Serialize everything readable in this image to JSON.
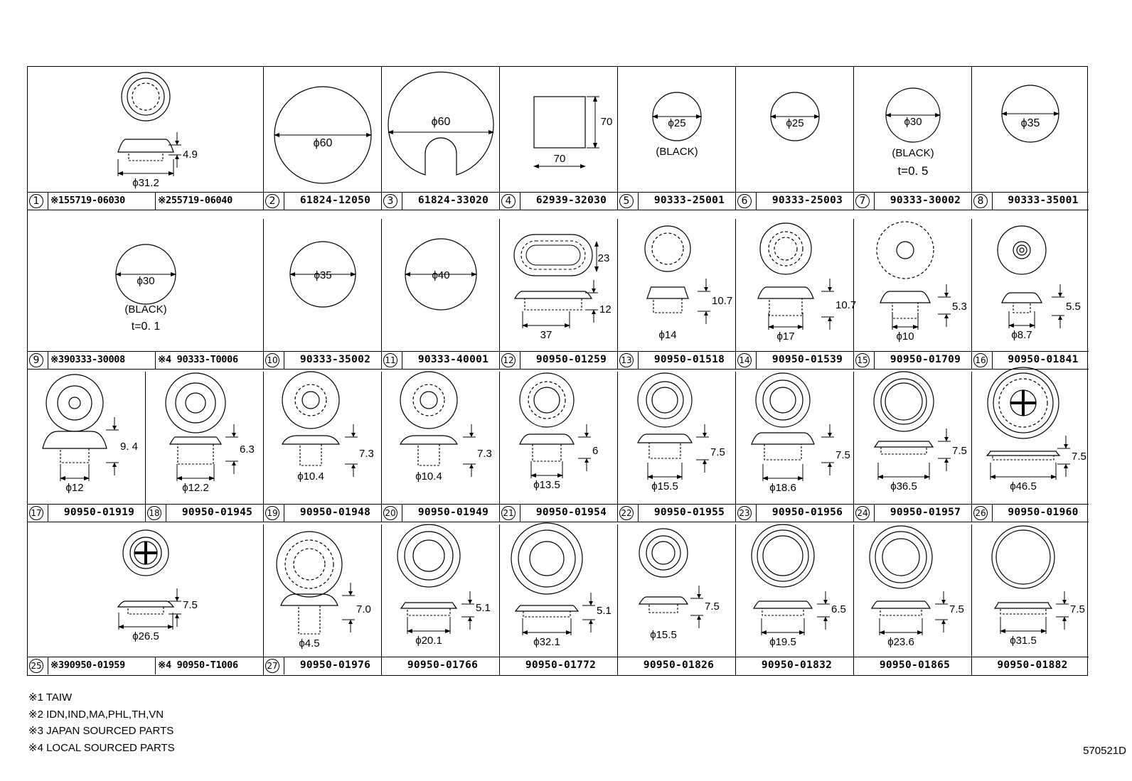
{
  "rows": [
    {
      "cells": [
        {
          "id": "c1",
          "dims": [
            "4.9",
            "ϕ31.2"
          ]
        },
        {
          "id": "c2",
          "dims": [
            "ϕ60"
          ]
        },
        {
          "id": "c3",
          "dims": [
            "ϕ60"
          ]
        },
        {
          "id": "c4",
          "dims": [
            "70",
            "70"
          ]
        },
        {
          "id": "c5",
          "dims": [
            "ϕ25"
          ],
          "notes": [
            "(BLACK)"
          ]
        },
        {
          "id": "c6",
          "dims": [
            "ϕ25"
          ]
        },
        {
          "id": "c7",
          "dims": [
            "ϕ30"
          ],
          "notes": [
            "(BLACK)",
            "t=0. 5"
          ]
        },
        {
          "id": "c8",
          "dims": [
            "ϕ35"
          ]
        }
      ],
      "labels": [
        {
          "num": "1",
          "parts": [
            "※155719-06030",
            "※255719-06040"
          ]
        },
        {
          "num": "2",
          "parts": [
            "61824-12050"
          ]
        },
        {
          "num": "3",
          "parts": [
            "61824-33020"
          ]
        },
        {
          "num": "4",
          "parts": [
            "62939-32030"
          ]
        },
        {
          "num": "5",
          "parts": [
            "90333-25001"
          ]
        },
        {
          "num": "6",
          "parts": [
            "90333-25003"
          ]
        },
        {
          "num": "7",
          "parts": [
            "90333-30002"
          ]
        },
        {
          "num": "8",
          "parts": [
            "90333-35001"
          ]
        }
      ]
    },
    {
      "cells": [
        {
          "id": "c9",
          "dims": [
            "ϕ30"
          ],
          "notes": [
            "(BLACK)",
            "t=0. 1"
          ]
        },
        {
          "id": "c10",
          "dims": [
            "ϕ35"
          ]
        },
        {
          "id": "c11",
          "dims": [
            "ϕ40"
          ]
        },
        {
          "id": "c12",
          "dims": [
            "23",
            "12",
            "37"
          ]
        },
        {
          "id": "c13",
          "dims": [
            "10.7",
            "ϕ14"
          ]
        },
        {
          "id": "c14",
          "dims": [
            "10.7",
            "ϕ17"
          ]
        },
        {
          "id": "c15",
          "dims": [
            "5.3",
            "ϕ10"
          ]
        },
        {
          "id": "c16",
          "dims": [
            "5.5",
            "ϕ8.7"
          ]
        }
      ],
      "labels": [
        {
          "num": "9",
          "parts": [
            "※390333-30008",
            "※4 90333-T0006"
          ]
        },
        {
          "num": "10",
          "parts": [
            "90333-35002"
          ]
        },
        {
          "num": "11",
          "parts": [
            "90333-40001"
          ]
        },
        {
          "num": "12",
          "parts": [
            "90950-01259"
          ]
        },
        {
          "num": "13",
          "parts": [
            "90950-01518"
          ]
        },
        {
          "num": "14",
          "parts": [
            "90950-01539"
          ]
        },
        {
          "num": "15",
          "parts": [
            "90950-01709"
          ]
        },
        {
          "num": "16",
          "parts": [
            "90950-01841"
          ]
        }
      ]
    },
    {
      "cells": [
        {
          "id": "c17",
          "dims": [
            "9. 4",
            "ϕ12"
          ]
        },
        {
          "id": "c18",
          "dims": [
            "6.3",
            "ϕ12.2"
          ]
        },
        {
          "id": "c19",
          "dims": [
            "7.3",
            "ϕ10.4"
          ]
        },
        {
          "id": "c20",
          "dims": [
            "7.3",
            "ϕ10.4"
          ]
        },
        {
          "id": "c21",
          "dims": [
            "6",
            "ϕ13.5"
          ]
        },
        {
          "id": "c22",
          "dims": [
            "7.5",
            "ϕ15.5"
          ]
        },
        {
          "id": "c23",
          "dims": [
            "7.5",
            "ϕ18.6"
          ]
        },
        {
          "id": "c24",
          "dims": [
            "7.5",
            "ϕ36.5"
          ]
        },
        {
          "id": "c26",
          "dims": [
            "7.5",
            "ϕ46.5"
          ]
        }
      ],
      "labels": [
        {
          "num": "17",
          "parts": [
            "90950-01919"
          ]
        },
        {
          "num": "18",
          "parts": [
            "90950-01945"
          ]
        },
        {
          "num": "19",
          "parts": [
            "90950-01948"
          ]
        },
        {
          "num": "20",
          "parts": [
            "90950-01949"
          ]
        },
        {
          "num": "21",
          "parts": [
            "90950-01954"
          ]
        },
        {
          "num": "22",
          "parts": [
            "90950-01955"
          ]
        },
        {
          "num": "23",
          "parts": [
            "90950-01956"
          ]
        },
        {
          "num": "24",
          "parts": [
            "90950-01957"
          ]
        },
        {
          "num": "26",
          "parts": [
            "90950-01960"
          ]
        }
      ]
    },
    {
      "cells": [
        {
          "id": "c25",
          "dims": [
            "7.5",
            "ϕ26.5"
          ]
        },
        {
          "id": "c27",
          "dims": [
            "7.0",
            "ϕ4.5"
          ]
        },
        {
          "id": "c28",
          "dims": [
            "5.1",
            "ϕ20.1"
          ]
        },
        {
          "id": "c29",
          "dims": [
            "5.1",
            "ϕ32.1"
          ]
        },
        {
          "id": "c30",
          "dims": [
            "7.5",
            "ϕ15.5"
          ]
        },
        {
          "id": "c31",
          "dims": [
            "6.5",
            "ϕ19.5"
          ]
        },
        {
          "id": "c32",
          "dims": [
            "7.5",
            "ϕ23.6"
          ]
        },
        {
          "id": "c33",
          "dims": [
            "7.5",
            "ϕ31.5"
          ]
        }
      ],
      "labels": [
        {
          "num": "25",
          "parts": [
            "※390950-01959",
            "※4 90950-T1006"
          ]
        },
        {
          "num": "27",
          "parts": [
            "90950-01976"
          ]
        },
        {
          "num": "",
          "parts": [
            "90950-01766"
          ]
        },
        {
          "num": "",
          "parts": [
            "90950-01772"
          ]
        },
        {
          "num": "",
          "parts": [
            "90950-01826"
          ]
        },
        {
          "num": "",
          "parts": [
            "90950-01832"
          ]
        },
        {
          "num": "",
          "parts": [
            "90950-01865"
          ]
        },
        {
          "num": "",
          "parts": [
            "90950-01882"
          ]
        }
      ]
    }
  ],
  "footnotes": [
    "※1 TAIW",
    "※2 IDN,IND,MA,PHL,TH,VN",
    "※3 JAPAN SOURCED PARTS",
    "※4 LOCAL SOURCED PARTS"
  ],
  "ref": "570521D"
}
